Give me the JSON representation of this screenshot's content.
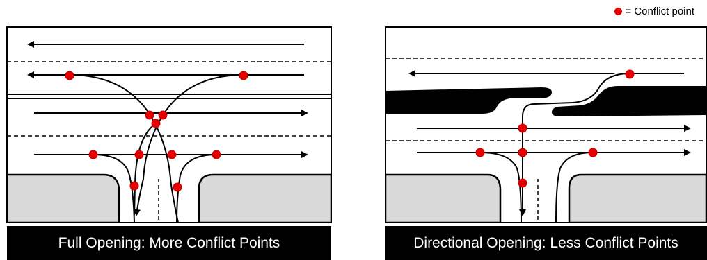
{
  "legend": {
    "label": "= Conflict point",
    "marker_color": "#e60000"
  },
  "panels": [
    {
      "caption": "Full Opening: More Conflict Points",
      "conflict_point_count": 11
    },
    {
      "caption": "Directional Opening: Less Conflict Points",
      "conflict_point_count": 6
    }
  ],
  "colors": {
    "curb_fill": "#d9d9d9",
    "median_fill": "#000000",
    "conflict": "#e60000"
  }
}
